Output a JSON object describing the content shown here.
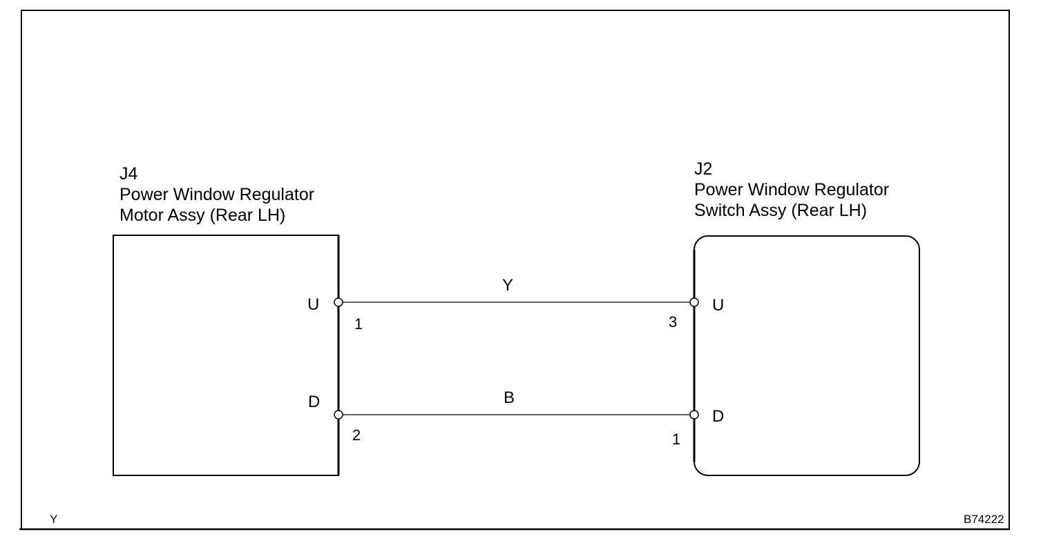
{
  "left_component": {
    "code": "J4",
    "name_line1": "Power Window Regulator",
    "name_line2": "Motor Assy (Rear LH)",
    "pins": [
      {
        "name": "U",
        "number": "1"
      },
      {
        "name": "D",
        "number": "2"
      }
    ]
  },
  "right_component": {
    "code": "J2",
    "name_line1": "Power Window Regulator",
    "name_line2": "Switch Assy (Rear LH)",
    "pins": [
      {
        "name": "U",
        "number": "3"
      },
      {
        "name": "D",
        "number": "1"
      }
    ]
  },
  "wires": [
    {
      "color_code": "Y",
      "from": "J4-1",
      "to": "J2-3"
    },
    {
      "color_code": "B",
      "from": "J4-2",
      "to": "J2-1"
    }
  ],
  "footer": {
    "left_mark": "Y",
    "figure_id": "B74222"
  }
}
